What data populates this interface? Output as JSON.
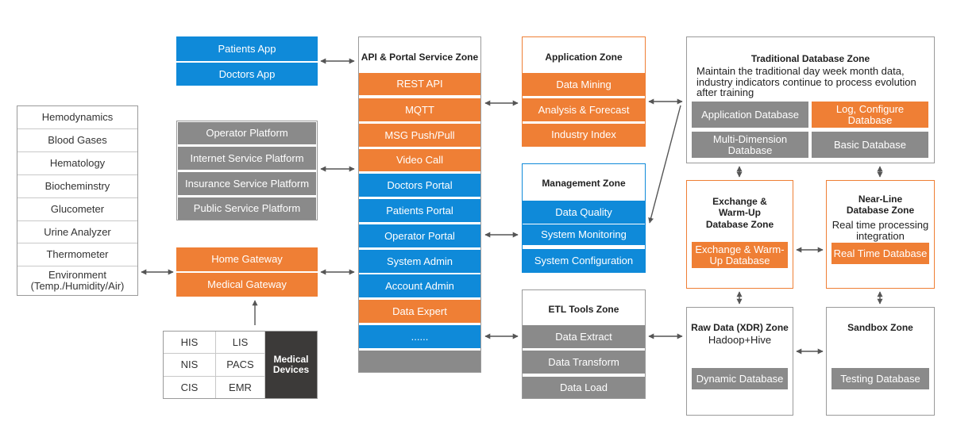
{
  "apps": [
    "Patients App",
    "Doctors App"
  ],
  "data_sources": [
    "Hemodynamics",
    "Blood Gases",
    "Hematology",
    "Biocheminstry",
    "Glucometer",
    "Urine Analyzer",
    "Thermometer",
    "Environment (Temp./Humidity/Air)"
  ],
  "platforms": [
    "Operator Platform",
    "Internet Service Platform",
    "Insurance Service Platform",
    "Public Service Platform"
  ],
  "gateways": [
    "Home Gateway",
    "Medical Gateway"
  ],
  "systems": {
    "items": [
      "HIS",
      "LIS",
      "NIS",
      "PACS",
      "CIS",
      "EMR"
    ],
    "medical_devices": "Medical Devices"
  },
  "api_zone": {
    "title": "API & Portal Service Zone",
    "items": [
      "REST API",
      "MQTT",
      "MSG Push/Pull",
      "Video Call",
      "Doctors Portal",
      "Patients Portal",
      "Operator Portal",
      "System Admin",
      "Account Admin",
      "Data Expert",
      "......"
    ]
  },
  "application_zone": {
    "title": "Application Zone",
    "items": [
      "Data Mining",
      "Analysis & Forecast",
      "Industry Index"
    ]
  },
  "management_zone": {
    "title": "Management Zone",
    "items": [
      "Data Quality",
      "System Monitoring",
      "System Configuration"
    ]
  },
  "etl_zone": {
    "title": "ETL Tools Zone",
    "items": [
      "Data Extract",
      "Data Transform",
      "Data Load"
    ]
  },
  "traditional_zone": {
    "title": "Traditional Database Zone",
    "desc": "Maintain the traditional  day week month data, industry indicators continue to process evolution after training",
    "items": [
      "Application Database",
      "Log, Configure Database",
      "Multi-Dimension Database",
      "Basic Database"
    ]
  },
  "exchange_zone": {
    "title": "Exchange & Warm-Up Database Zone",
    "item": "Exchange & Warm-Up Database"
  },
  "nearline_zone": {
    "title": "Near-Line Database Zone",
    "desc": "Real time processing integration",
    "item": "Real Time Database"
  },
  "raw_zone": {
    "title": "Raw Data (XDR) Zone",
    "desc": "Hadoop+Hive",
    "item": "Dynamic Database"
  },
  "sandbox_zone": {
    "title": "Sandbox Zone",
    "item": "Testing Database"
  },
  "colors": {
    "blue": "#0f8ad9",
    "orange": "#ef7f35",
    "gray": "#8a8a8a",
    "dark": "#3c3a39"
  }
}
